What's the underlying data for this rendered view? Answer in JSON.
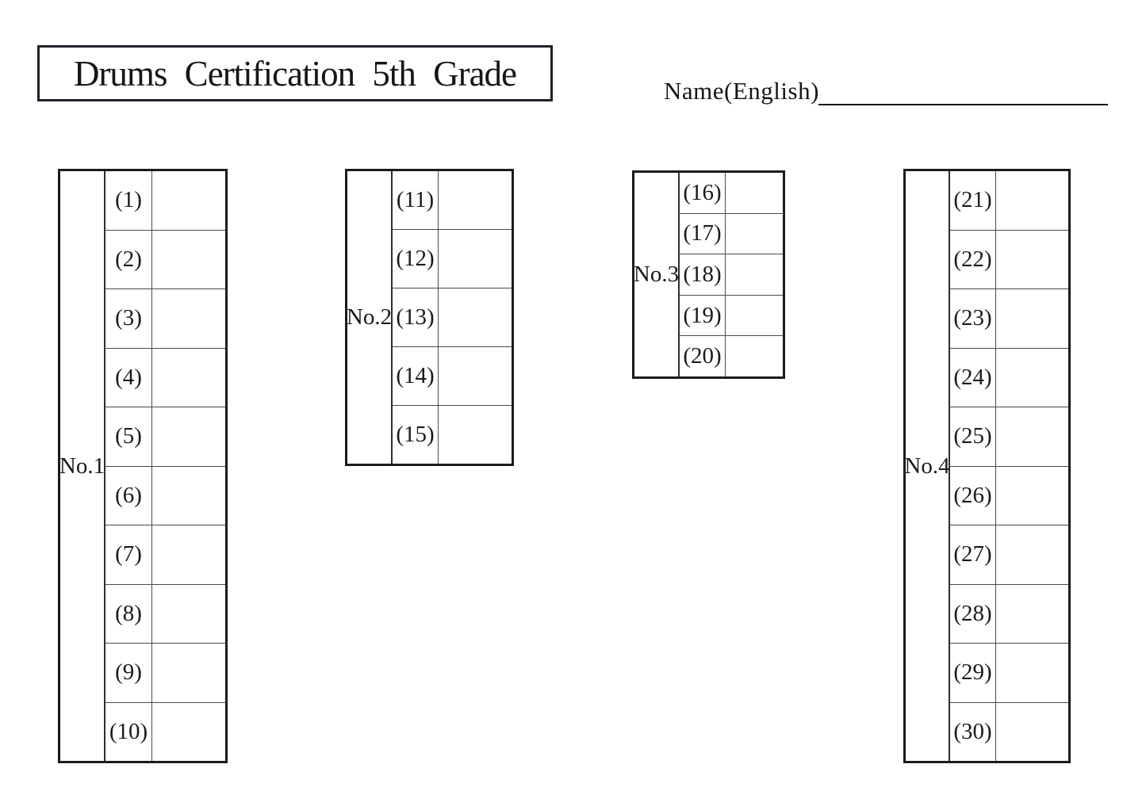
{
  "page": {
    "background": "#ffffff",
    "ink": "#1a1a1a"
  },
  "header": {
    "title": "Drums Certification 5th Grade",
    "name_label": "Name(English)",
    "name_value": ""
  },
  "tables": [
    {
      "label": "No.1",
      "items": [
        "(1)",
        "(2)",
        "(3)",
        "(4)",
        "(5)",
        "(6)",
        "(7)",
        "(8)",
        "(9)",
        "(10)"
      ],
      "answers": [
        "",
        "",
        "",
        "",
        "",
        "",
        "",
        "",
        "",
        ""
      ]
    },
    {
      "label": "No.2",
      "items": [
        "(11)",
        "(12)",
        "(13)",
        "(14)",
        "(15)"
      ],
      "answers": [
        "",
        "",
        "",
        "",
        ""
      ]
    },
    {
      "label": "No.3",
      "items": [
        "(16)",
        "(17)",
        "(18)",
        "(19)",
        "(20)"
      ],
      "answers": [
        "",
        "",
        "",
        "",
        ""
      ]
    },
    {
      "label": "No.4",
      "items": [
        "(21)",
        "(22)",
        "(23)",
        "(24)",
        "(25)",
        "(26)",
        "(27)",
        "(28)",
        "(29)",
        "(30)"
      ],
      "answers": [
        "",
        "",
        "",
        "",
        "",
        "",
        "",
        "",
        "",
        ""
      ]
    }
  ]
}
